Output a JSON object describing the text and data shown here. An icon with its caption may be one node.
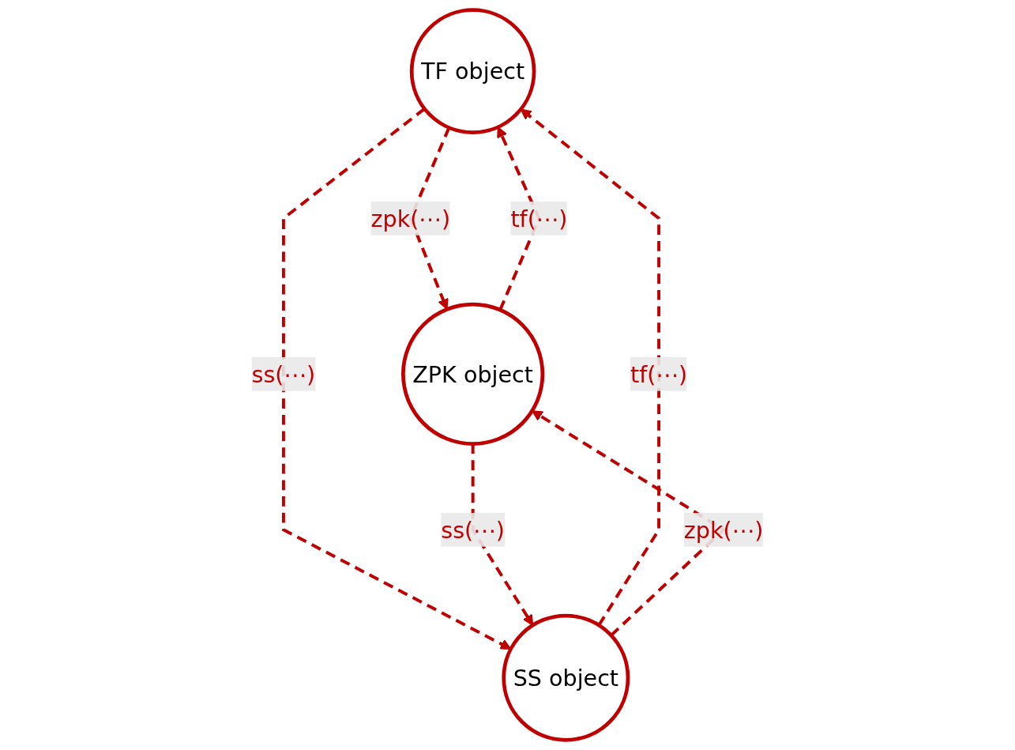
{
  "diagram": {
    "nodes": [
      {
        "text": [
          "TF object"
        ]
      },
      {
        "text": [
          "ZPK object"
        ]
      },
      {
        "text": [
          "SS object"
        ]
      }
    ],
    "edges": [
      {
        "from": 0,
        "to": 1,
        "arrow": "to",
        "label": "zpk(⋯)",
        "style": "dashed"
      },
      {
        "from": 1,
        "to": 0,
        "arrow": "to",
        "label": "tf(⋯)",
        "style": "dashed"
      },
      {
        "from": 0,
        "to": 2,
        "arrow": "to",
        "label": "ss(⋯)",
        "style": "dashed"
      },
      {
        "from": 2,
        "to": 0,
        "arrow": "to",
        "label": "tf(⋯)",
        "style": "dashed"
      },
      {
        "from": 2,
        "to": 1,
        "arrow": "to",
        "label": "zpk(⋯)",
        "style": "dashed"
      },
      {
        "from": 1,
        "to": 2,
        "arrow": "to",
        "label": "ss(⋯)",
        "style": "dashed"
      }
    ]
  }
}
